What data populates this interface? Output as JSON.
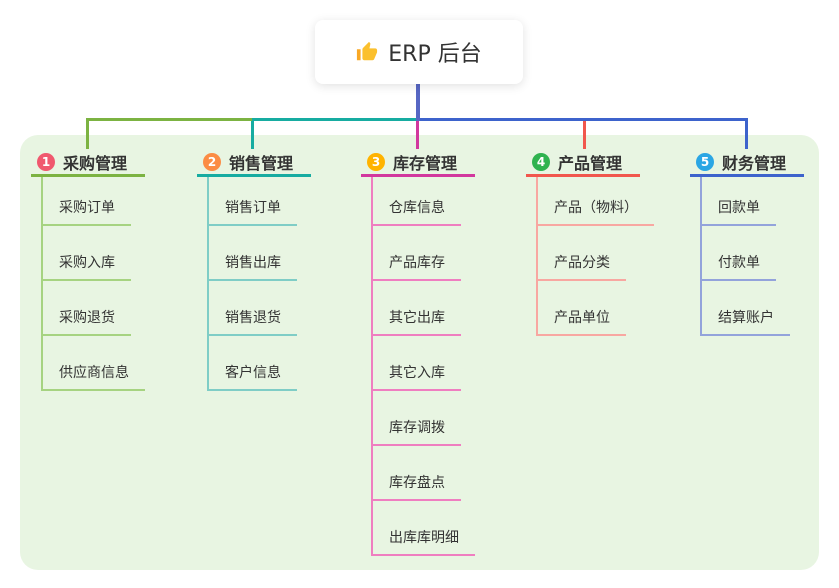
{
  "root": {
    "label": "ERP 后台",
    "icon": "thumbs-up-icon"
  },
  "branches": [
    {
      "index": "1",
      "label": "采购管理",
      "color": "#7CB342",
      "light_color": "#A6D381",
      "badge_color": "#F0586E",
      "children": [
        "采购订单",
        "采购入库",
        "采购退货",
        "供应商信息"
      ]
    },
    {
      "index": "2",
      "label": "销售管理",
      "color": "#17ACA1",
      "light_color": "#7FCDC6",
      "badge_color": "#FB8C44",
      "children": [
        "销售订单",
        "销售出库",
        "销售退货",
        "客户信息"
      ]
    },
    {
      "index": "3",
      "label": "库存管理",
      "color": "#D2389E",
      "light_color": "#EF7EC0",
      "badge_color": "#FFB300",
      "children": [
        "仓库信息",
        "产品库存",
        "其它出库",
        "其它入库",
        "库存调拨",
        "库存盘点",
        "出库库明细"
      ]
    },
    {
      "index": "4",
      "label": "产品管理",
      "color": "#F1574D",
      "light_color": "#F8A7A1",
      "badge_color": "#2FB34F",
      "children": [
        "产品（物料）",
        "产品分类",
        "产品单位"
      ]
    },
    {
      "index": "5",
      "label": "财务管理",
      "color": "#3D63CC",
      "light_color": "#93A3DB",
      "badge_color": "#2BA6E4",
      "children": [
        "回款单",
        "付款单",
        "结算账户"
      ]
    }
  ],
  "colors": {
    "panel_background": "#E8F5E2",
    "root_stem": "#5767C4",
    "text": "#333333"
  }
}
